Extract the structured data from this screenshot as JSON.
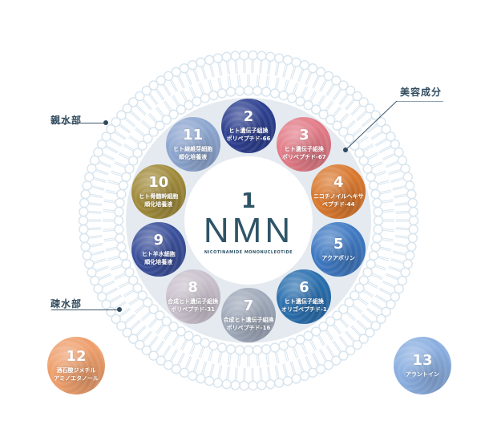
{
  "diagram": {
    "type": "liposome-ingredient-diagram",
    "center": {
      "number": "1",
      "title": "NMN",
      "subtitle": "NICOTINAMIDE MONONUCLEOTIDE"
    },
    "labels": {
      "hydrophilic": "親水部",
      "hydrophobic": "疎水部",
      "beauty_ingredients": "美容成分"
    },
    "ring_ingredients": [
      {
        "number": "2",
        "line1": "ヒト遺伝子組換",
        "line2": "ポリペプチド-66",
        "color": "#2d3f8f"
      },
      {
        "number": "3",
        "line1": "ヒト遺伝子組換",
        "line2": "ポリペプチド-67",
        "color": "#e27a86"
      },
      {
        "number": "4",
        "line1": "ニコチノイルヘキサ",
        "line2": "ペプチド-44",
        "color": "#d9782e"
      },
      {
        "number": "5",
        "line1": "アクアポリン",
        "line2": "",
        "color": "#3f79c2"
      },
      {
        "number": "6",
        "line1": "ヒト遺伝子組換",
        "line2": "オリゴペプチド-1",
        "color": "#2a6fae"
      },
      {
        "number": "7",
        "line1": "合成ヒト遺伝子組換",
        "line2": "ポリペプチド-16",
        "color": "#9fa9ba"
      },
      {
        "number": "8",
        "line1": "合成ヒト遺伝子組換",
        "line2": "ポリペプチド-31",
        "color": "#c9c0cc"
      },
      {
        "number": "9",
        "line1": "ヒト羊水細胞",
        "line2": "順化培養液",
        "color": "#3a4f9a"
      },
      {
        "number": "10",
        "line1": "ヒト骨髄幹細胞",
        "line2": "順化培養液",
        "color": "#a08a3a"
      },
      {
        "number": "11",
        "line1": "ヒト線維芽細胞",
        "line2": "順化培養液",
        "color": "#8ca5cf"
      }
    ],
    "outer_ingredients": [
      {
        "number": "12",
        "line1": "酒石酸ジメチル",
        "line2": "アミノエタノール",
        "color": "#ee9e6b"
      },
      {
        "number": "13",
        "line1": "アラントイン",
        "line2": "",
        "color": "#8aaee0"
      }
    ],
    "colors": {
      "membrane": "#d7e4ee",
      "inner_disc": "#e4eaf0",
      "label_text": "#2f4a5e",
      "center_text": "#2f5468"
    }
  }
}
